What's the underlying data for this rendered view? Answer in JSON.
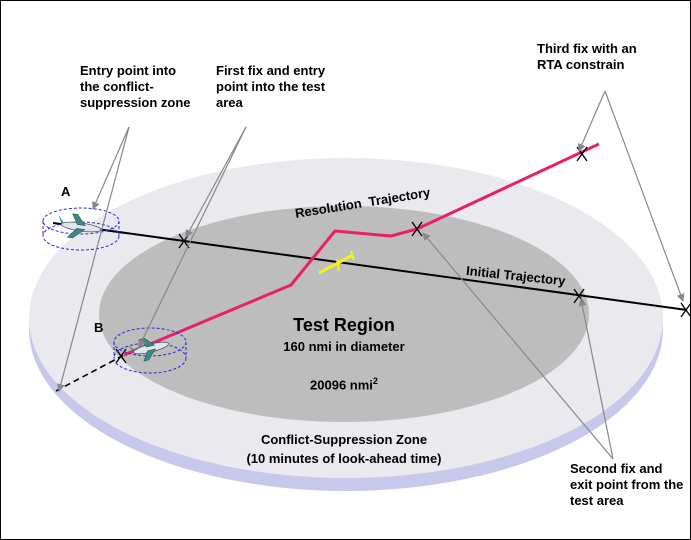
{
  "labels": {
    "entry_conflict": "Entry point into\nthe conflict-\nsuppression zone",
    "first_fix": "First fix and entry\npoint into the test\narea",
    "third_fix": "Third fix with an\nRTA constrain",
    "second_fix": "Second fix and\nexit point from the\ntest area",
    "aircraft_a": "A",
    "aircraft_b": "B",
    "resolution_trajectory": "Resolution  Trajectory",
    "initial_trajectory": "Initial Trajectory",
    "test_region_title": "Test Region",
    "test_region_diameter": "160 nmi in diameter",
    "test_region_area": "20096 nmi",
    "test_region_area_exp": "2",
    "zone_title": "Conflict-Suppression Zone",
    "zone_subtitle": "(10 minutes of look-ahead time)"
  },
  "colors": {
    "outer_disk_top": "#e9e9ee",
    "outer_disk_side": "#c8c8ec",
    "test_region": "#bdbdbd",
    "resolution_path": "#e8206a",
    "initial_path": "#000000",
    "conflict_marker": "#f2f21a",
    "aircraft_ring": "#2a2ad0"
  },
  "icons": [
    "aircraft-icon",
    "fix-marker-icon"
  ]
}
